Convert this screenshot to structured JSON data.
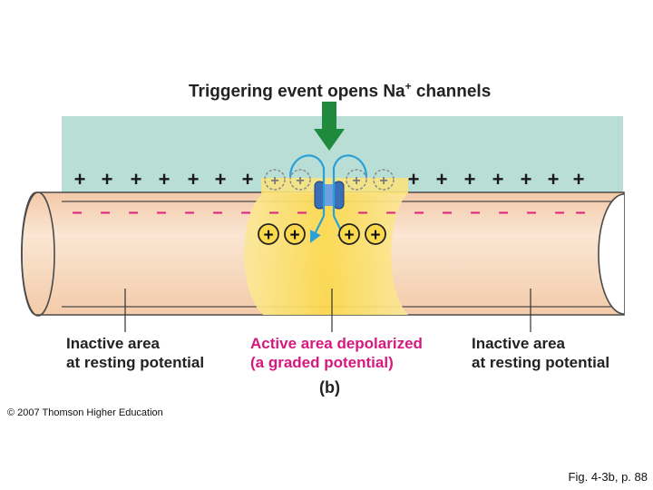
{
  "title": {
    "text": "Triggering event opens Na",
    "superscript": "+",
    "suffix": " channels"
  },
  "labels": {
    "left": [
      "Inactive area",
      "at resting potential"
    ],
    "center": [
      "Active area depolarized",
      "(a graded potential)"
    ],
    "right": [
      "Inactive area",
      "at resting potential"
    ],
    "panel": "(b)"
  },
  "charges": {
    "positive": "+",
    "negative": "–"
  },
  "credits": {
    "copyright": "© 2007 Thomson Higher Education",
    "figure_ref": "Fig. 4-3b, p. 88"
  },
  "colors": {
    "extracellular": "#b8ded6",
    "membrane": "#f6d7bd",
    "membrane_stroke": "#4a4a4a",
    "active_area": "#fbe37a",
    "arrow_green": "#1f8a3c",
    "flow_blue": "#2aa0d8",
    "channel_blue": "#3a6fb8",
    "negative_pink": "#e0207f"
  }
}
